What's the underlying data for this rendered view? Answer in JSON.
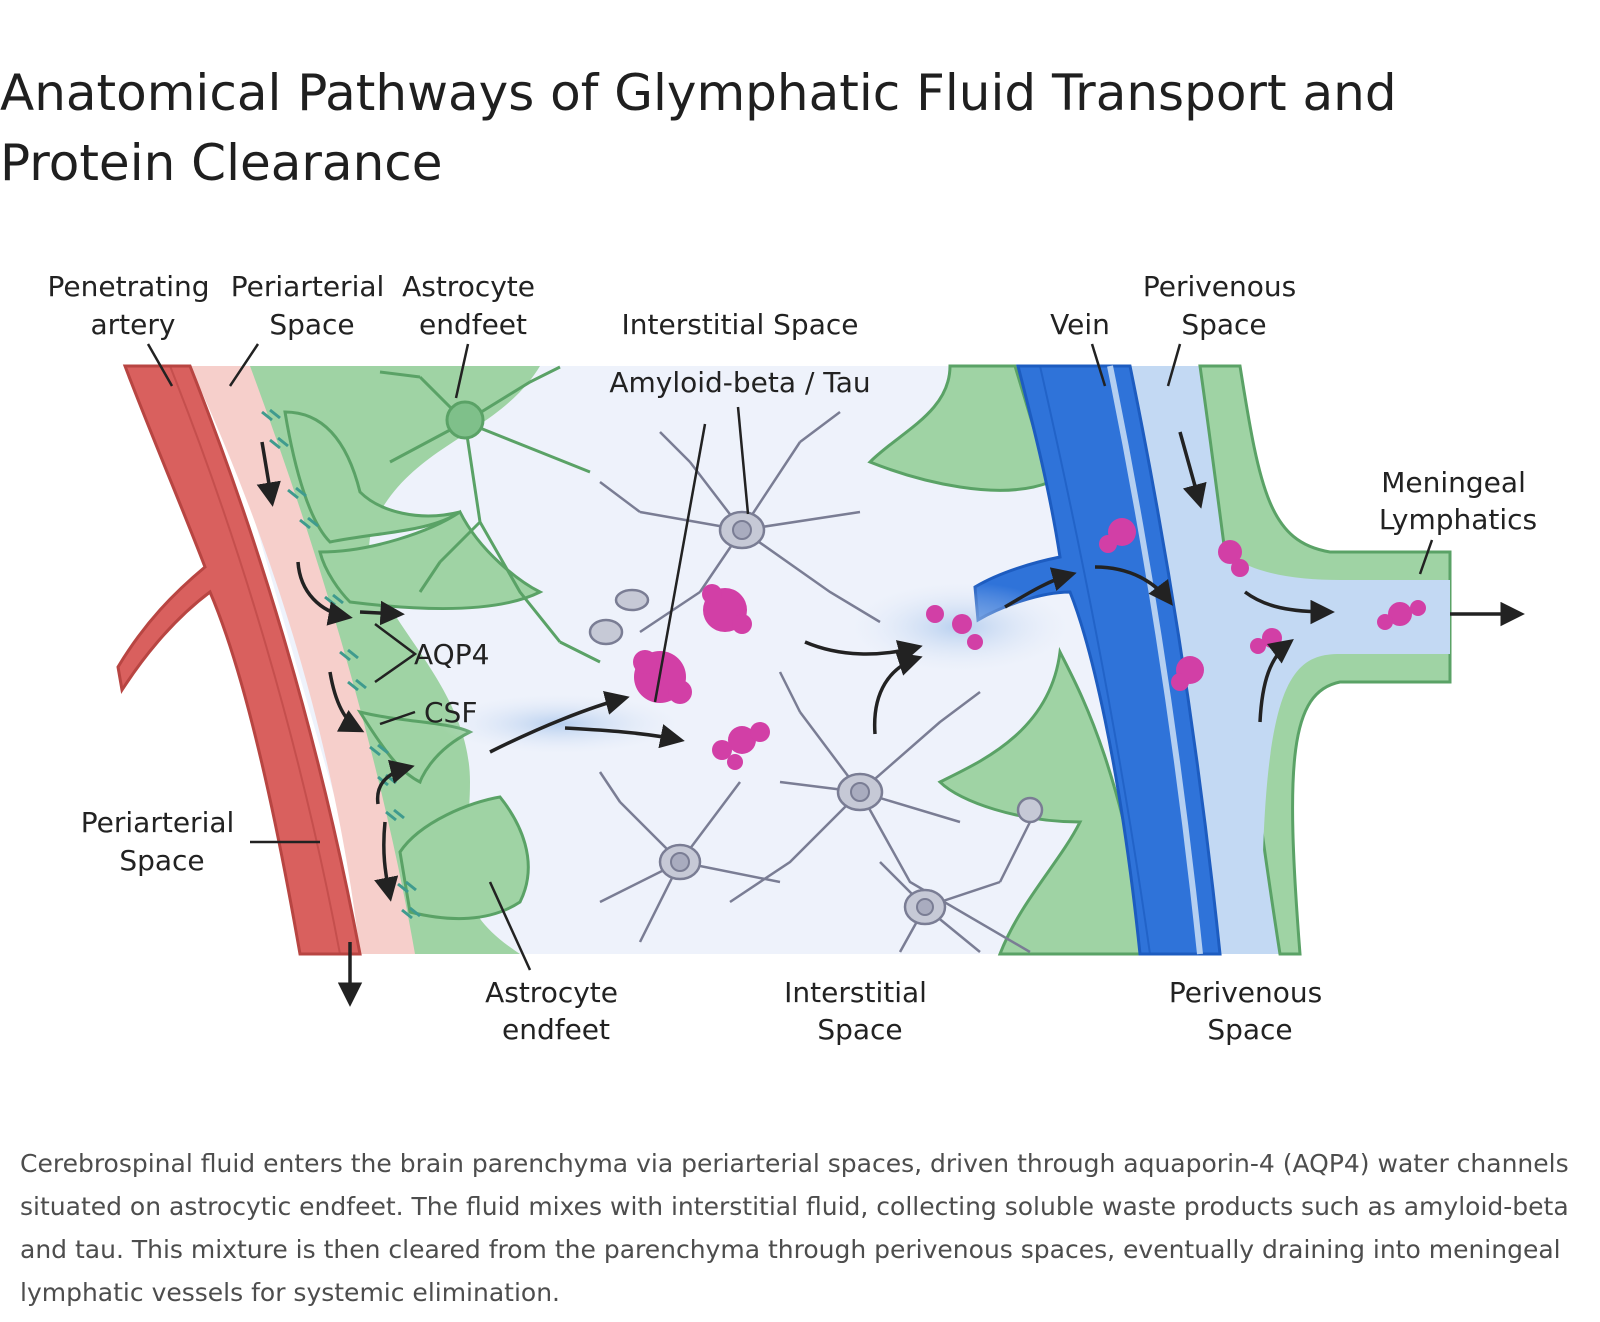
{
  "title": "Anatomical Pathways of Glymphatic Fluid Transport and Protein Clearance",
  "colors": {
    "artery": "#d9605e",
    "artery_dark": "#b84542",
    "periarterial": "#f6cfcb",
    "astrocyte": "#9fd3a4",
    "astrocyte_dark": "#5aa266",
    "interstitial": "#eef2fb",
    "neuron": "#c6c9d6",
    "neuron_dark": "#7a7d94",
    "vein": "#2f73d9",
    "vein_dark": "#1d5cc0",
    "perivenous": "#c3d9f3",
    "protein": "#d23fa6",
    "aqp4": "#3f9b8e"
  },
  "labels": {
    "penetrating_artery": [
      "Penetrating",
      "artery"
    ],
    "periarterial_top": [
      "Periarterial",
      "Space"
    ],
    "astrocyte_top": [
      "Astrocyte",
      "endfeet"
    ],
    "interstitial_top": "Interstitial Space",
    "amyloid": "Amyloid-beta / Tau",
    "vein": "Vein",
    "perivenous_top": [
      "Perivenous",
      "Space"
    ],
    "meningeal": [
      "Meningeal",
      "Lymphatics"
    ],
    "aqp4": "AQP4",
    "csf": "CSF",
    "periarterial_left": [
      "Periarterial",
      "Space"
    ],
    "astrocyte_bottom": [
      "Astrocyte",
      "endfeet"
    ],
    "interstitial_bottom": [
      "Interstitial",
      "Space"
    ],
    "perivenous_bottom": [
      "Perivenous",
      "Space"
    ]
  },
  "caption": "Cerebrospinal fluid enters the brain parenchyma via periarterial spaces, driven through aquaporin-4 (AQP4) water channels situated on astrocytic endfeet. The fluid mixes with interstitial fluid, collecting soluble waste products such as amyloid-beta and tau. This mixture is then cleared from the parenchyma through perivenous spaces, eventually draining into meningeal lymphatic vessels for systemic elimination."
}
